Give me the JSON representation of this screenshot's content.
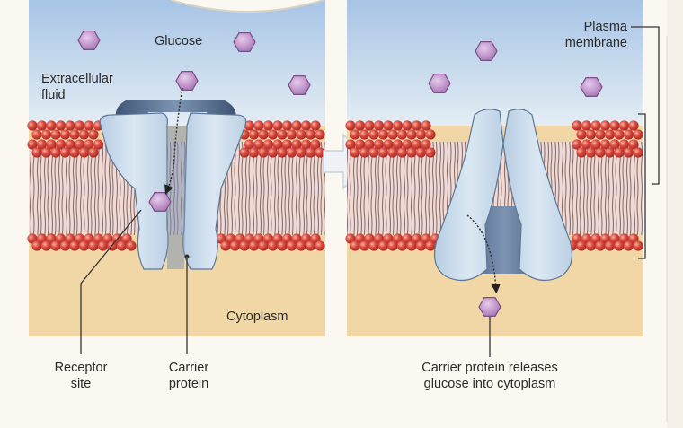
{
  "labels": {
    "glucose": "Glucose",
    "extracellular_line1": "Extracellular",
    "extracellular_line2": "fluid",
    "cytoplasm": "Cytoplasm",
    "receptor_line1": "Receptor",
    "receptor_line2": "site",
    "carrier_line1": "Carrier",
    "carrier_line2": "protein",
    "plasma_line1": "Plasma",
    "plasma_line2": "membrane",
    "release_line1": "Carrier protein releases",
    "release_line2": "glucose into cytoplasm"
  },
  "colors": {
    "extracellular_top": "#a9c6e6",
    "extracellular_bottom": "#e2ecf3",
    "cytoplasm": "#f2d9a8",
    "lipid_head": "#d9473c",
    "lipid_tail": "#8a7f88",
    "protein_light": "#c9dcec",
    "protein_dark": "#5f7a9a",
    "glucose": "#b98ac4",
    "arrow": "#e8eef4"
  }
}
